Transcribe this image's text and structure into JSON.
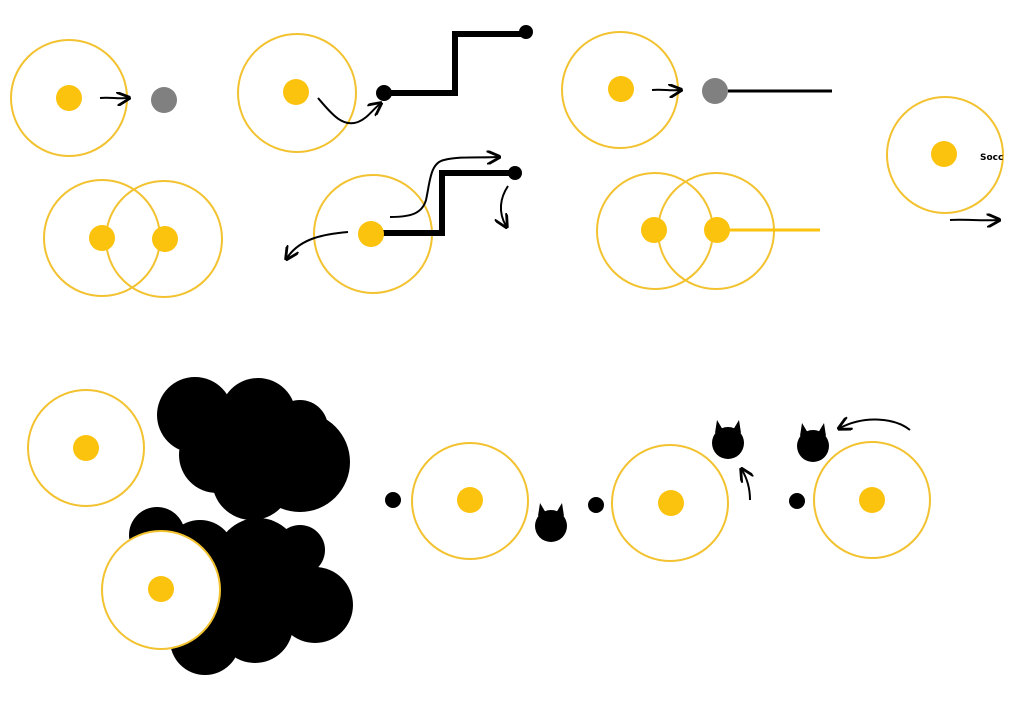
{
  "colors": {
    "background": "#ffffff",
    "ring": "#f2c230",
    "sun": "#fbc20e",
    "gray": "#808080",
    "black": "#000000"
  },
  "label": "Socc",
  "icons": [
    "sun-dot",
    "gray-orb",
    "black-blob",
    "horned-creature",
    "arrow-icon",
    "track-line"
  ]
}
